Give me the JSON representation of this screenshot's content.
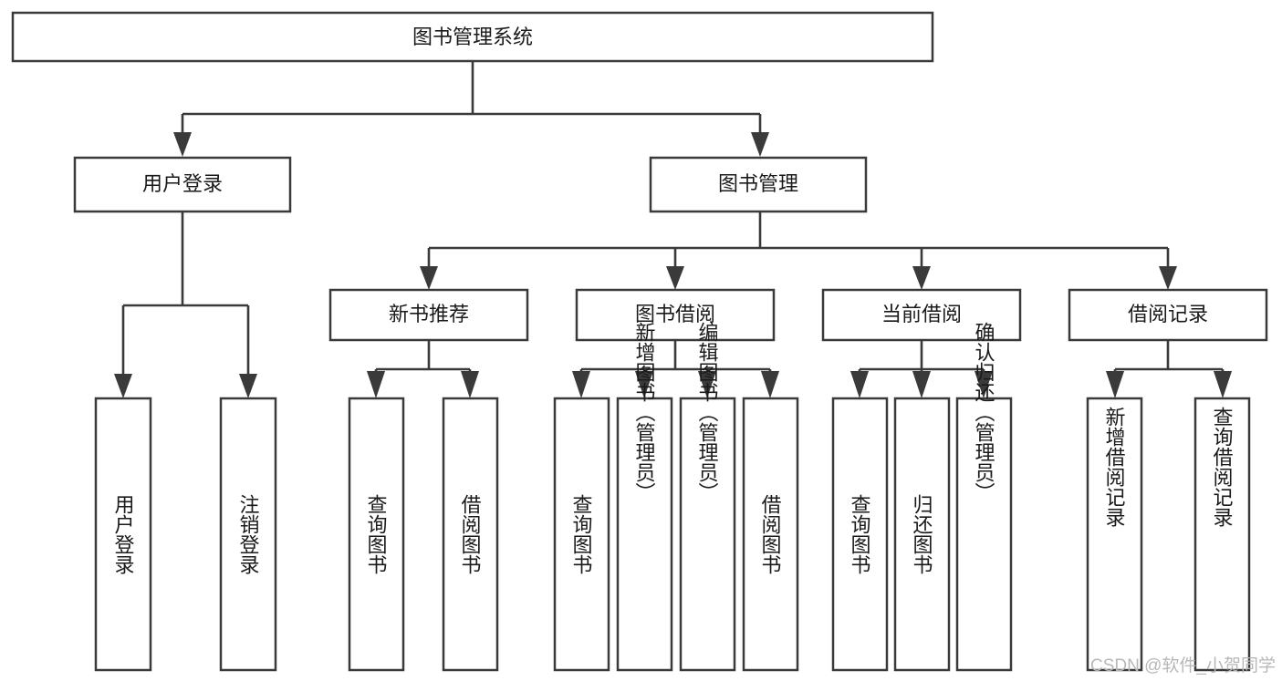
{
  "diagram": {
    "type": "hierarchy-tree",
    "title": "图书管理系统",
    "levels": 4,
    "nodes": {
      "root": {
        "label": "图书管理系统",
        "level": 1
      },
      "user_login": {
        "label": "用户登录",
        "level": 2
      },
      "book_mgmt": {
        "label": "图书管理",
        "level": 2
      },
      "new_book_rec": {
        "label": "新书推荐",
        "level": 3
      },
      "book_borrow": {
        "label": "图书借阅",
        "level": 3
      },
      "current_borrow": {
        "label": "当前借阅",
        "level": 3
      },
      "borrow_record": {
        "label": "借阅记录",
        "level": 3
      },
      "leaf_user_login": {
        "label": "用户登录",
        "level": 4
      },
      "leaf_logout": {
        "label": "注销登录",
        "level": 4
      },
      "leaf_query_book_1": {
        "label": "查询图书",
        "level": 4
      },
      "leaf_borrow_book_1": {
        "label": "借阅图书",
        "level": 4
      },
      "leaf_query_book_2": {
        "label": "查询图书",
        "level": 4
      },
      "leaf_add_book": {
        "label": "新增图书（管理员）",
        "level": 4
      },
      "leaf_edit_book": {
        "label": "编辑图书（管理员）",
        "level": 4
      },
      "leaf_borrow_book_2": {
        "label": "借阅图书",
        "level": 4
      },
      "leaf_query_book_3": {
        "label": "查询图书",
        "level": 4
      },
      "leaf_return_book": {
        "label": "归还图书",
        "level": 4
      },
      "leaf_confirm_return": {
        "label": "确认归还（管理员）",
        "level": 4
      },
      "leaf_add_record": {
        "label": "新增借阅记录",
        "level": 4
      },
      "leaf_query_record": {
        "label": "查询借阅记录",
        "level": 4
      }
    },
    "edges": [
      {
        "from": "root",
        "to": "user_login"
      },
      {
        "from": "root",
        "to": "book_mgmt"
      },
      {
        "from": "user_login",
        "to": "leaf_user_login"
      },
      {
        "from": "user_login",
        "to": "leaf_logout"
      },
      {
        "from": "book_mgmt",
        "to": "new_book_rec"
      },
      {
        "from": "book_mgmt",
        "to": "book_borrow"
      },
      {
        "from": "book_mgmt",
        "to": "current_borrow"
      },
      {
        "from": "book_mgmt",
        "to": "borrow_record"
      },
      {
        "from": "new_book_rec",
        "to": "leaf_query_book_1"
      },
      {
        "from": "new_book_rec",
        "to": "leaf_borrow_book_1"
      },
      {
        "from": "book_borrow",
        "to": "leaf_query_book_2"
      },
      {
        "from": "book_borrow",
        "to": "leaf_add_book"
      },
      {
        "from": "book_borrow",
        "to": "leaf_edit_book"
      },
      {
        "from": "book_borrow",
        "to": "leaf_borrow_book_2"
      },
      {
        "from": "current_borrow",
        "to": "leaf_query_book_3"
      },
      {
        "from": "current_borrow",
        "to": "leaf_return_book"
      },
      {
        "from": "current_borrow",
        "to": "leaf_confirm_return"
      },
      {
        "from": "borrow_record",
        "to": "leaf_add_record"
      },
      {
        "from": "borrow_record",
        "to": "leaf_query_record"
      }
    ],
    "colors": {
      "box_fill": "#ffffff",
      "box_stroke": "#3a3a3a",
      "connector": "#3a3a3a",
      "text": "#1a1a1a",
      "background": "#ffffff",
      "watermark": "#b8b8b8"
    }
  },
  "watermark": {
    "text": "CSDN @软件_小贺同学"
  }
}
